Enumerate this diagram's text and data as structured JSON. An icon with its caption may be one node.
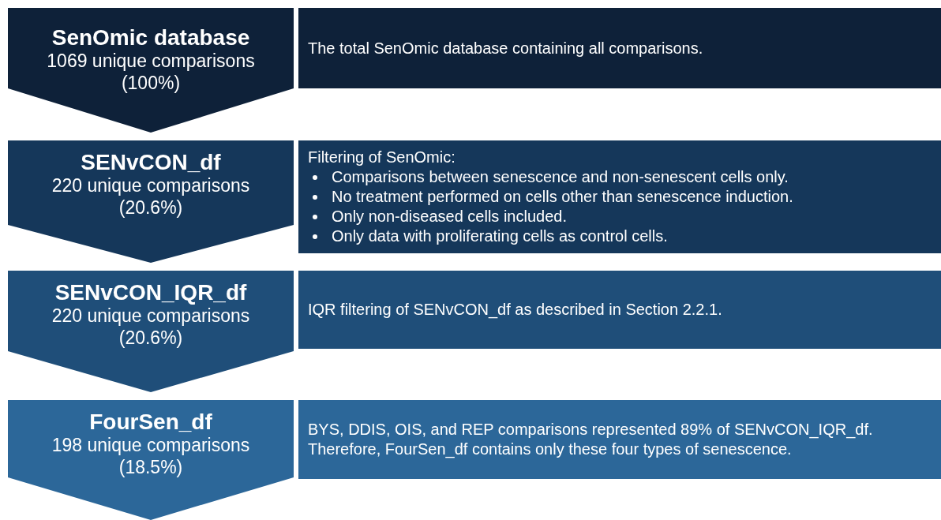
{
  "diagram": {
    "nodes": [
      {
        "text": [
          "SenOmic database",
          "1069 unique comparisons (100%)"
        ]
      },
      {
        "text": [
          "The total SenOmic database containing all comparisons."
        ]
      },
      {
        "text": [
          "SENvCON_df",
          "220 unique comparisons (20.6%)"
        ]
      },
      {
        "text": [
          "Filtering of SenOmic:",
          "Comparisons between senescence and non-senescent cells only.",
          "No treatment performed on cells other than senescence induction.",
          "Only non-diseased cells included.",
          "Only data with proliferating cells as control cells."
        ]
      },
      {
        "text": [
          "SENvCON_IQR_df",
          "220 unique comparisons (20.6%)"
        ]
      },
      {
        "text": [
          "IQR filtering of SENvCON_df as described in Section 2.2.1."
        ]
      },
      {
        "text": [
          "FourSen_df",
          "198 unique comparisons (18.5%)"
        ]
      },
      {
        "text": [
          "BYS, DDIS, OIS, and REP comparisons represented 89% of SENvCON_IQR_df. Therefore, FourSen_df contains only these four types of senescence."
        ]
      }
    ]
  }
}
